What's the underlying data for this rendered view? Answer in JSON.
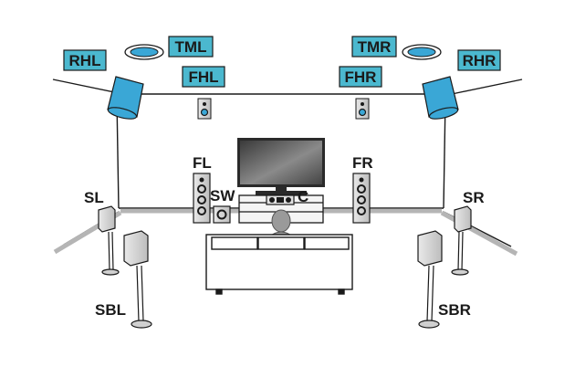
{
  "diagram": {
    "top_labels": {
      "rhl": "RHL",
      "tml": "TML",
      "fhl": "FHL",
      "tmr": "TMR",
      "fhr": "FHR",
      "rhr": "RHR"
    },
    "floor_labels": {
      "fl": "FL",
      "fr": "FR",
      "sw": "SW",
      "c": "C",
      "sl": "SL",
      "sr": "SR",
      "sbl": "SBL",
      "sbr": "SBR"
    },
    "colors": {
      "label_box": "#4bb8cf",
      "speaker_fill": "#3aa7d6",
      "line": "#1a1a1a",
      "floor_grey": "#c8c8c8",
      "tv_screen": "#555555"
    }
  }
}
